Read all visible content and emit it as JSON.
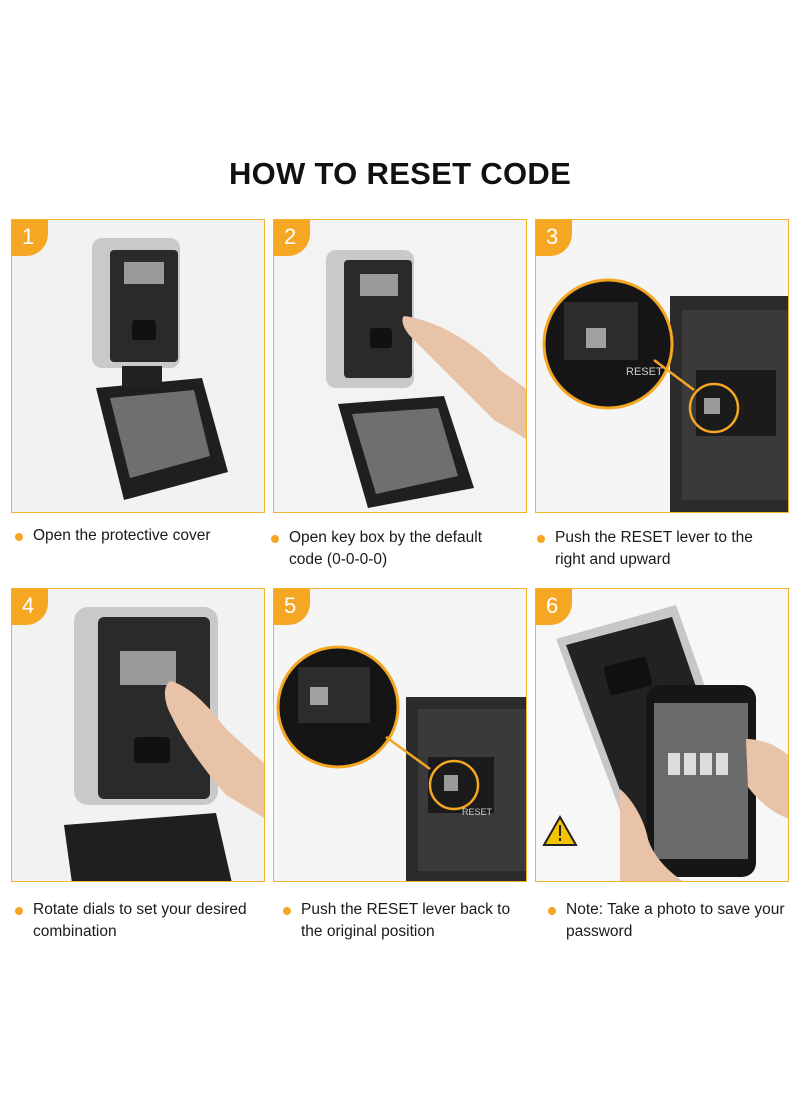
{
  "title": "HOW TO RESET CODE",
  "accent_color": "#f5a623",
  "steps": [
    {
      "number": "1",
      "caption": "Open the protective cover",
      "illustration": "lockbox-open-cover"
    },
    {
      "number": "2",
      "caption": "Open key box by the default code (0-0-0-0)",
      "illustration": "finger-entering-code"
    },
    {
      "number": "3",
      "caption": "Push the RESET lever to the right and upward",
      "illustration": "reset-lever-closeup",
      "label": "RESET"
    },
    {
      "number": "4",
      "caption": "Rotate dials to set your desired combination",
      "illustration": "finger-rotating-dials"
    },
    {
      "number": "5",
      "caption": "Push the RESET lever back to the original position",
      "illustration": "reset-lever-back-closeup",
      "label": "RESET"
    },
    {
      "number": "6",
      "caption": "Note: Take a photo to save your password",
      "illustration": "phone-photo-of-dials",
      "warning_icon": "warning-triangle-icon"
    }
  ]
}
